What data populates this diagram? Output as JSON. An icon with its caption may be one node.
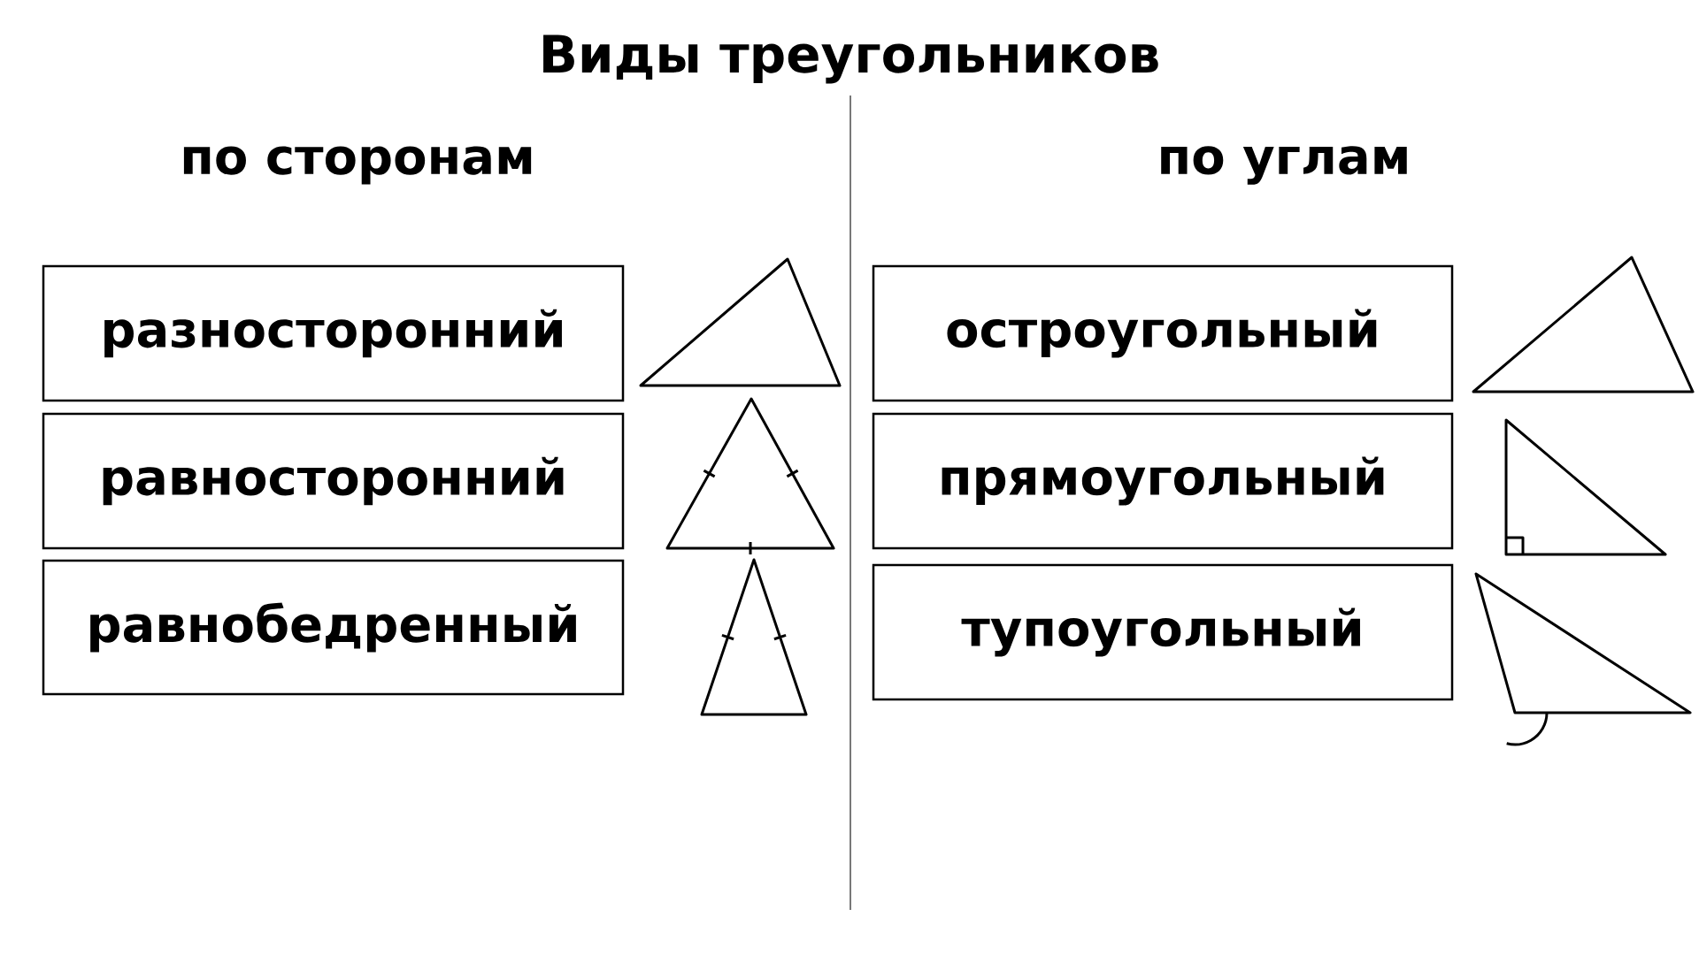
{
  "diagram": {
    "title": "Виды треугольников",
    "nodes": [
      {
        "text": [
          "разносторонний"
        ]
      },
      {
        "text": [
          "равносторонний"
        ]
      },
      {
        "text": [
          "равнобедренный"
        ]
      },
      {
        "text": [
          "остроугольный"
        ]
      },
      {
        "text": [
          "прямоугольный"
        ]
      },
      {
        "text": [
          "тупоугольный"
        ]
      }
    ],
    "labels": [
      "по сторонам",
      "по углам"
    ]
  }
}
